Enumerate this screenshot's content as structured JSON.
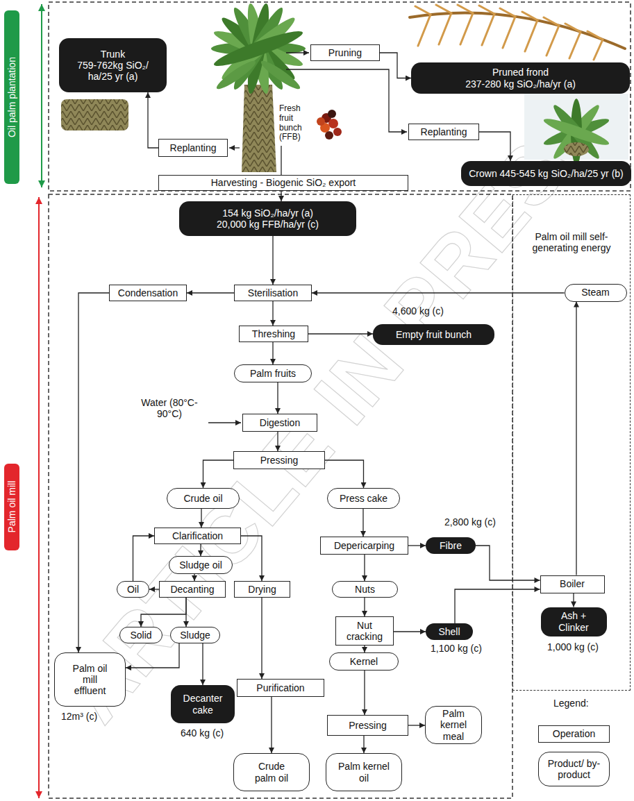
{
  "diagram": {
    "nodes": [
      {
        "text": [
          "Oil palm plantation"
        ]
      },
      {
        "text": [
          "Pruning"
        ]
      },
      {
        "text": [
          "Pruned frond",
          "237-280 kg SiO₂/ha/yr (a)"
        ]
      },
      {
        "text": [
          "Trunk",
          "759-762kg SiO₂/ ha/25 yr (a)"
        ]
      },
      {
        "text": [
          "Replanting"
        ]
      },
      {
        "text": [
          "Replanting"
        ]
      },
      {
        "text": [
          "Crown 445-545 kg SiO₂/ha/25 yr (b)"
        ]
      },
      {
        "text": [
          "Harvesting - Biogenic SiO₂ export"
        ]
      },
      {
        "text": [
          "Palm oil mill"
        ]
      },
      {
        "text": [
          "154 kg SiO₂/ha/yr (a)",
          "20,000 kg FFB/ha/yr (c)"
        ]
      },
      {
        "text": [
          "Condensation"
        ]
      },
      {
        "text": [
          "Sterilisation"
        ]
      },
      {
        "text": [
          "Empty fruit bunch"
        ]
      },
      {
        "text": [
          "Threshing"
        ]
      },
      {
        "text": [
          "Palm fruits"
        ]
      },
      {
        "text": [
          "Digestion"
        ]
      },
      {
        "text": [
          "Pressing"
        ]
      },
      {
        "text": [
          "Crude oil"
        ]
      },
      {
        "text": [
          "Press cake"
        ]
      },
      {
        "text": [
          "Clarification"
        ]
      },
      {
        "text": [
          "Sludge oil"
        ]
      },
      {
        "text": [
          "Depericarping"
        ]
      },
      {
        "text": [
          "Fibre"
        ]
      },
      {
        "text": [
          "Oil"
        ]
      },
      {
        "text": [
          "Decanting"
        ]
      },
      {
        "text": [
          "Drying"
        ]
      },
      {
        "text": [
          "Nuts"
        ]
      },
      {
        "text": [
          "Nut cracking"
        ]
      },
      {
        "text": [
          "Shell"
        ]
      },
      {
        "text": [
          "Solid"
        ]
      },
      {
        "text": [
          "Sludge"
        ]
      },
      {
        "text": [
          "Kernel"
        ]
      },
      {
        "text": [
          "Palm oil mill effluent"
        ]
      },
      {
        "text": [
          "Purification"
        ]
      },
      {
        "text": [
          "Decanter cake"
        ]
      },
      {
        "text": [
          "Pressing"
        ]
      },
      {
        "text": [
          "Palm kernel meal"
        ]
      },
      {
        "text": [
          "Crude palm oil"
        ]
      },
      {
        "text": [
          "Palm kernel oil"
        ]
      },
      {
        "text": [
          "Palm oil mill self-generating energy"
        ]
      },
      {
        "text": [
          "Steam"
        ],
        "in": 39
      },
      {
        "text": [
          "Boiler"
        ],
        "in": 39
      },
      {
        "text": [
          "Ash + Clinker"
        ],
        "in": 39
      }
    ],
    "edges": [
      {
        "from": 1,
        "to": 2,
        "arrow": "to"
      },
      {
        "from": 4,
        "to": 3,
        "arrow": "to"
      },
      {
        "from": 5,
        "to": 6,
        "arrow": "to"
      },
      {
        "from": 7,
        "to": 9,
        "arrow": "to"
      },
      {
        "from": 9,
        "to": 11,
        "arrow": "to"
      },
      {
        "from": 11,
        "to": 10,
        "arrow": "to"
      },
      {
        "from": 10,
        "to": 32,
        "arrow": "to"
      },
      {
        "from": 40,
        "to": 11,
        "arrow": "to"
      },
      {
        "from": 11,
        "to": 13,
        "arrow": "to"
      },
      {
        "from": 13,
        "to": 12,
        "arrow": "to"
      },
      {
        "from": 13,
        "to": 14,
        "arrow": "to"
      },
      {
        "from": 14,
        "to": 15,
        "arrow": "to"
      },
      {
        "from": 15,
        "to": 16,
        "arrow": "to"
      },
      {
        "from": 16,
        "to": 17,
        "arrow": "to"
      },
      {
        "from": 16,
        "to": 18,
        "arrow": "to"
      },
      {
        "from": 17,
        "to": 19,
        "arrow": "to"
      },
      {
        "from": 19,
        "to": 20,
        "arrow": "to"
      },
      {
        "from": 19,
        "to": 25,
        "arrow": "to"
      },
      {
        "from": 20,
        "to": 24,
        "arrow": "to"
      },
      {
        "from": 24,
        "to": 23,
        "arrow": "to"
      },
      {
        "from": 23,
        "to": 19,
        "arrow": "to"
      },
      {
        "from": 24,
        "to": 29,
        "arrow": "to"
      },
      {
        "from": 24,
        "to": 30,
        "arrow": "to"
      },
      {
        "from": 30,
        "to": 32,
        "arrow": "to"
      },
      {
        "from": 30,
        "to": 34,
        "arrow": "to"
      },
      {
        "from": 25,
        "to": 33,
        "arrow": "to"
      },
      {
        "from": 33,
        "to": 37,
        "arrow": "to"
      },
      {
        "from": 18,
        "to": 21,
        "arrow": "to"
      },
      {
        "from": 21,
        "to": 22,
        "arrow": "to"
      },
      {
        "from": 21,
        "to": 26,
        "arrow": "to"
      },
      {
        "from": 26,
        "to": 27,
        "arrow": "to"
      },
      {
        "from": 27,
        "to": 28,
        "arrow": "to"
      },
      {
        "from": 27,
        "to": 31,
        "arrow": "to"
      },
      {
        "from": 31,
        "to": 35,
        "arrow": "to"
      },
      {
        "from": 35,
        "to": 36,
        "arrow": "to"
      },
      {
        "from": 35,
        "to": 38,
        "arrow": "to"
      },
      {
        "from": 22,
        "to": 41,
        "arrow": "to"
      },
      {
        "from": 28,
        "to": 41,
        "arrow": "to"
      },
      {
        "from": 41,
        "to": 40,
        "arrow": "to"
      },
      {
        "from": 41,
        "to": 42,
        "arrow": "to"
      }
    ],
    "labels": [
      "Fresh fruit bunch (FFB)",
      "4,600 kg (c)",
      "Water (80°C-90°C)",
      "2,800 kg (c)",
      "1,100 kg (c)",
      "1,000 kg (c)",
      "12m³ (c)",
      "640 kg (c)",
      "Legend:",
      "ARTICLE IN PRESS"
    ],
    "legend": [
      {
        "text": "Operation"
      },
      {
        "text": "Product/ by-product"
      }
    ]
  }
}
